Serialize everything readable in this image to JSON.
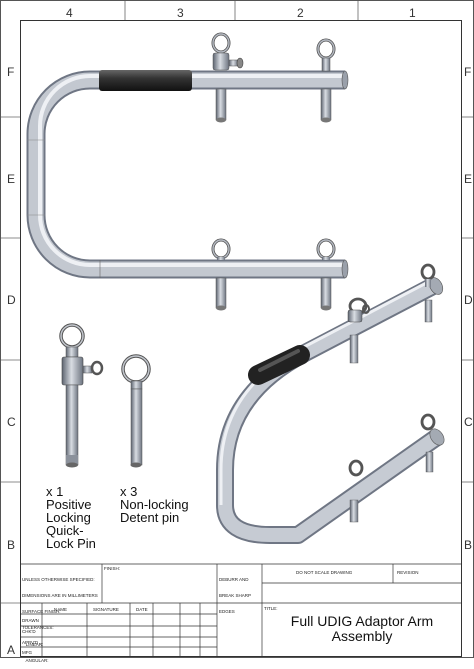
{
  "zones": {
    "columns": [
      "4",
      "3",
      "2",
      "1"
    ],
    "rows_left": [
      "F",
      "E",
      "D",
      "C",
      "B",
      "A"
    ],
    "rows_right": [
      "F",
      "E",
      "D",
      "C",
      "B"
    ]
  },
  "notes": {
    "positive": [
      "x 1",
      "Positive",
      "Locking",
      "Quick-",
      "Lock Pin"
    ],
    "nonlocking": [
      "x 3",
      "Non-locking",
      "Detent pin"
    ]
  },
  "title_block": {
    "spec_lines": [
      "UNLESS OTHERWISE SPECIFIED:",
      "DIMENSIONS ARE IN MILLIMETERS",
      "SURFACE FINISH:",
      "TOLERANCES:",
      "   LINEAR:",
      "   ANGULAR:"
    ],
    "finish": "FINISH:",
    "deburr": [
      "DEBURR AND",
      "BREAK SHARP",
      "EDGES"
    ],
    "do_not_scale": "DO NOT SCALE DRAWING",
    "revision": "REVISION",
    "col_name": "NAME",
    "col_signature": "SIGNATURE",
    "col_date": "DATE",
    "rows": [
      "DRAWN",
      "CHK'D",
      "APPV'D",
      "MFG"
    ],
    "title_label": "TITLE:",
    "title_lines": [
      "Full UDIG Adaptor Arm",
      "Assembly"
    ]
  }
}
